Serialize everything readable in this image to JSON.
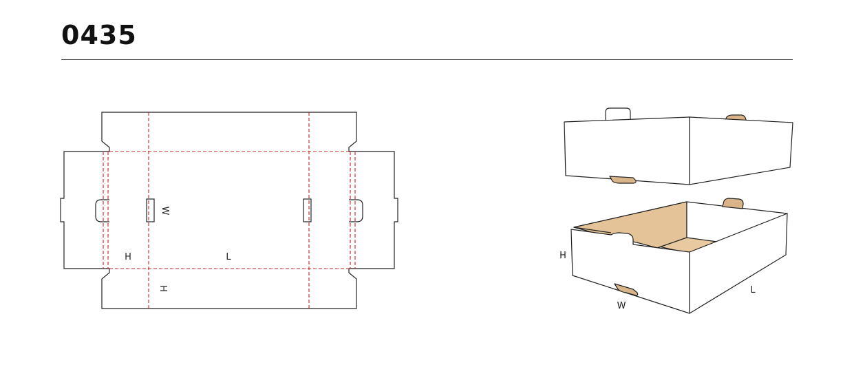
{
  "header": {
    "title": "0435"
  },
  "dieline": {
    "label_w": "W",
    "label_h_side": "H",
    "label_l": "L",
    "label_h_bottom": "H"
  },
  "box_view": {
    "label_h": "H",
    "label_w": "W",
    "label_l": "L"
  },
  "colors": {
    "cut_line": "#222222",
    "crease_line": "#cc2222",
    "board_interior": "#e8c9a0",
    "board_edge": "#d9b489"
  }
}
